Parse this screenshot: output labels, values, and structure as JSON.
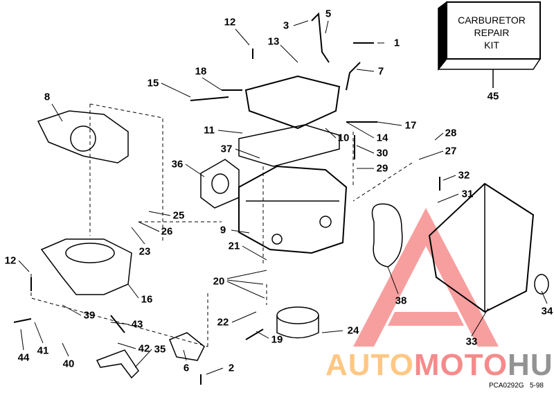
{
  "kit_box": {
    "line1": "CARBURETOR",
    "line2": "REPAIR",
    "line3": "KIT"
  },
  "callouts": [
    "1",
    "2",
    "3",
    "5",
    "6",
    "7",
    "8",
    "9",
    "10",
    "11",
    "12",
    "12",
    "13",
    "14",
    "15",
    "16",
    "17",
    "18",
    "19",
    "20",
    "21",
    "22",
    "23",
    "24",
    "25",
    "26",
    "27",
    "28",
    "29",
    "30",
    "31",
    "32",
    "33",
    "34",
    "35",
    "36",
    "37",
    "38",
    "39",
    "40",
    "41",
    "42",
    "43",
    "44",
    "45"
  ],
  "watermark": {
    "part1": "AUTO",
    "part2": "MOTO",
    "part3": "HUB"
  },
  "figure_code": "PCA0292G",
  "figure_date": "5-98"
}
